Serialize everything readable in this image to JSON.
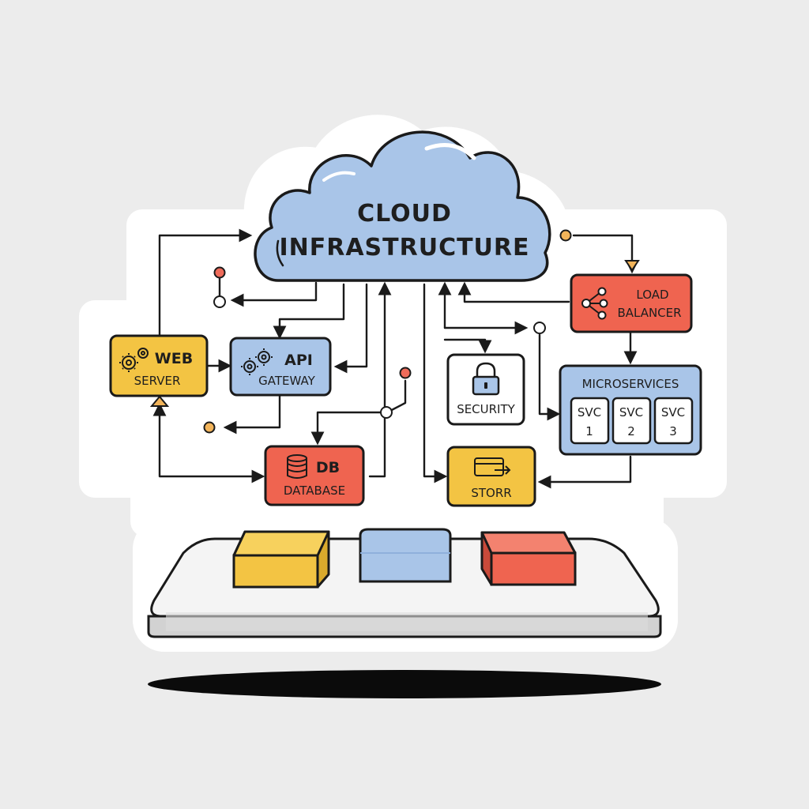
{
  "cloud": {
    "line1": "CLOUD",
    "line2": "INFRASTRUCTURE"
  },
  "nodes": {
    "web_server": {
      "line1": "WEB",
      "line2": "SERVER",
      "icon": "gears-icon"
    },
    "api_gateway": {
      "line1": "API",
      "line2": "GATEWAY",
      "icon": "gears-icon"
    },
    "database": {
      "line1": "DB",
      "line2": "DATABASE",
      "icon": "database-icon"
    },
    "security": {
      "label": "SECURITY",
      "icon": "lock-icon"
    },
    "storage": {
      "label": "STORR",
      "icon": "storage-icon"
    },
    "load_balancer": {
      "line1": "LOAD",
      "line2": "BALANCER",
      "icon": "network-icon"
    },
    "microservices": {
      "title": "MICROSERVICES",
      "services": [
        {
          "top": "SVC",
          "bottom": "1"
        },
        {
          "top": "SVC",
          "bottom": "2"
        },
        {
          "top": "SVC",
          "bottom": "3"
        }
      ]
    }
  },
  "colors": {
    "yellow": "#f3c443",
    "blue": "#a9c5e8",
    "red": "#ef6450",
    "white": "#ffffff",
    "platform": "#f4f4f4",
    "dot_red": "#ee6b5a",
    "dot_orange": "#f2b45a"
  }
}
